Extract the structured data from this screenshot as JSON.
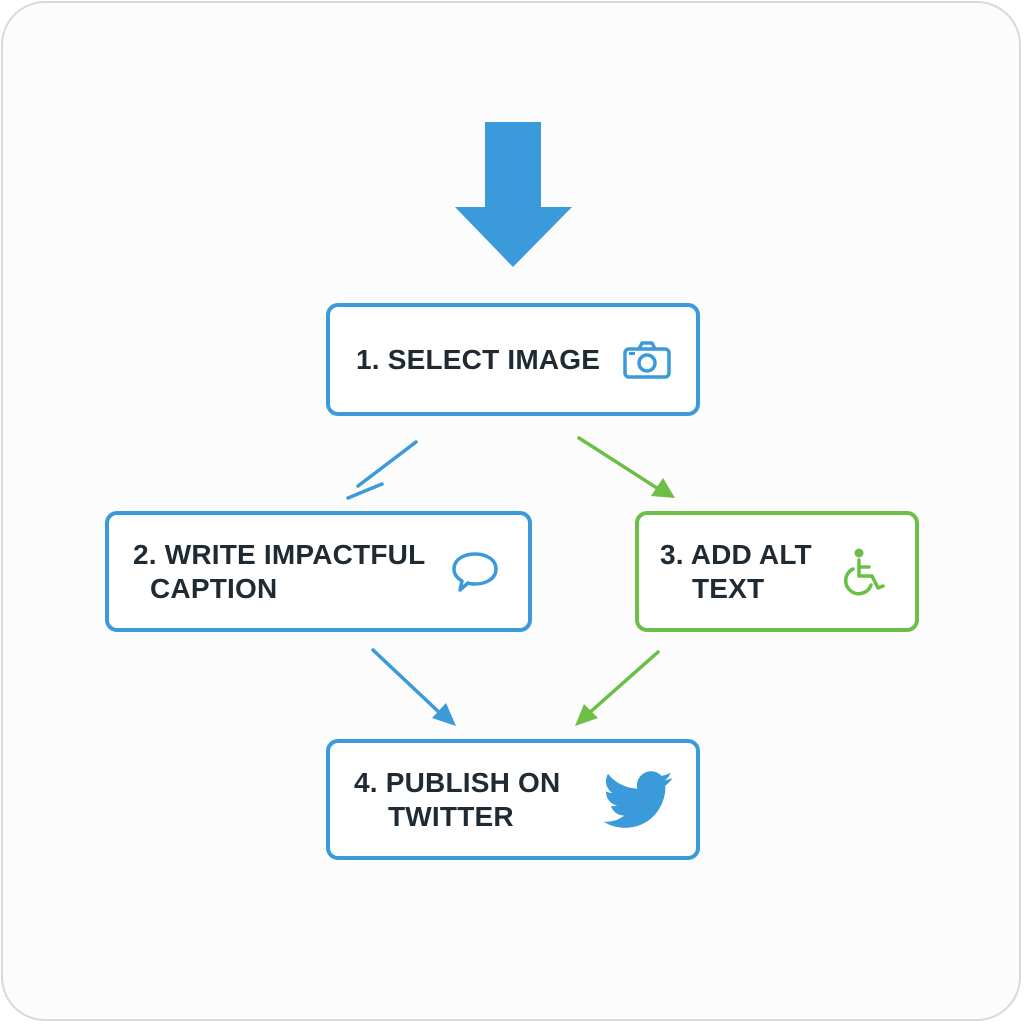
{
  "colors": {
    "blue": "#3b9ad9",
    "green": "#6cbf46",
    "text": "#1f2a33"
  },
  "steps": [
    {
      "line1": "1. SELECT IMAGE",
      "line2": "",
      "icon": "camera-icon",
      "color": "blue"
    },
    {
      "line1": "2. WRITE IMPACTFUL",
      "line2": "CAPTION",
      "icon": "speech-bubble-icon",
      "color": "blue"
    },
    {
      "line1": "3. ADD ALT",
      "line2": "TEXT",
      "icon": "accessibility-icon",
      "color": "green"
    },
    {
      "line1": "4. PUBLISH ON",
      "line2": "TWITTER",
      "icon": "twitter-bird-icon",
      "color": "blue"
    }
  ]
}
